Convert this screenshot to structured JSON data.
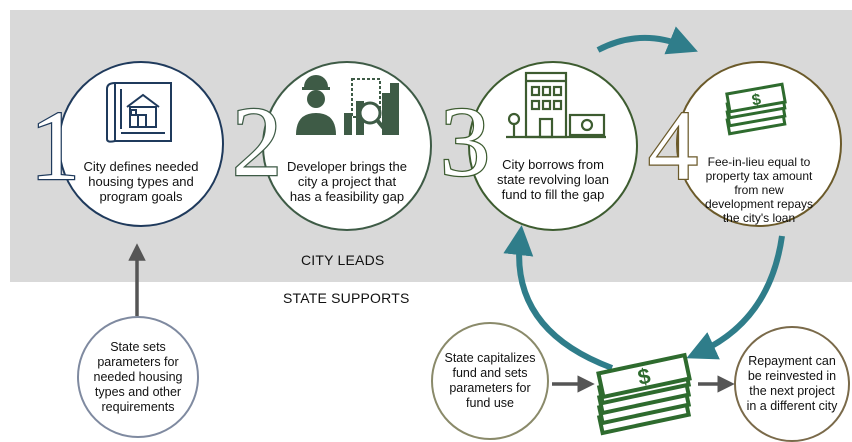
{
  "sections": {
    "city": "CITY LEADS",
    "state": "STATE SUPPORTS"
  },
  "steps": [
    {
      "number": "1",
      "text": "City defines needed housing types and program goals",
      "icon": "blueprint-house-icon",
      "color": "#1f3a5c"
    },
    {
      "number": "2",
      "text": "Developer brings the city a project that has a feasibility gap",
      "icon": "developer-buildings-magnifier-icon",
      "color": "#3e5b46"
    },
    {
      "number": "3",
      "text": "City borrows from state revolving loan fund to fill the gap",
      "icon": "building-money-icon",
      "color": "#3d5c30"
    },
    {
      "number": "4",
      "text": "Fee-in-lieu equal to property tax amount from new development repays the city's loan",
      "icon": "money-stack-icon",
      "color": "#6b5a2a"
    }
  ],
  "state_items": {
    "parameters": "State sets parameters for needed housing types and other requirements",
    "capitalize": "State capitalizes fund and sets parameters for fund use",
    "reinvest": "Repayment can be reinvested in the next project in a different city"
  },
  "colors": {
    "teal_arrow": "#2f7d8a",
    "gray_arrow": "#555555",
    "money_green": "#2e6b2e",
    "band": "#d9d9d9"
  }
}
